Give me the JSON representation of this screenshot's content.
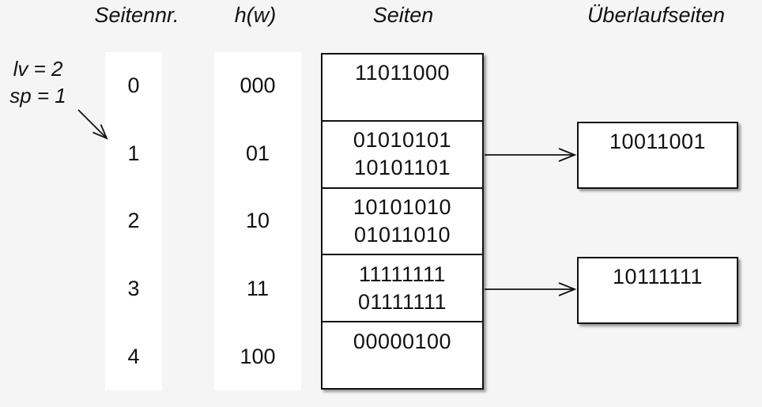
{
  "diagram_type": "linear-hashing-overflow-diagram",
  "headers": {
    "seitennr": "Seitennr.",
    "hw": "h(w)",
    "seiten": "Seiten",
    "ueberlaufseiten": "Überlaufseiten"
  },
  "annotation": {
    "lv": "lv = 2",
    "sp": "sp = 1"
  },
  "rows": [
    {
      "nr": "0",
      "h": "000",
      "line1": "11011000",
      "line2": ""
    },
    {
      "nr": "1",
      "h": "01",
      "line1": "01010101",
      "line2": "10101101",
      "overflow": "10011001"
    },
    {
      "nr": "2",
      "h": "10",
      "line1": "10101010",
      "line2": "01011010"
    },
    {
      "nr": "3",
      "h": "11",
      "line1": "11111111",
      "line2": "01111111",
      "overflow": "10111111"
    },
    {
      "nr": "4",
      "h": "100",
      "line1": "00000100",
      "line2": ""
    }
  ],
  "icons": {
    "overflow_arrow": "arrow-right",
    "annotation_arrow": "arrow-down-right"
  },
  "colors": {
    "background": "#f5f5f5",
    "panel": "#ffffff",
    "ink": "#111111"
  }
}
